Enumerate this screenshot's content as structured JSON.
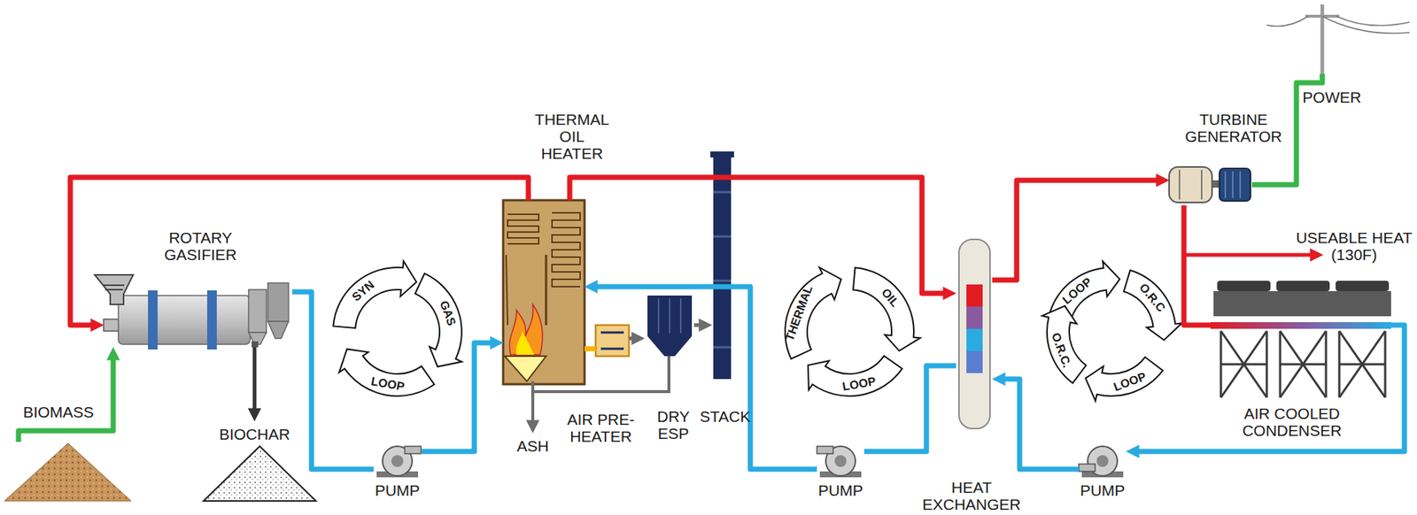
{
  "diagram": {
    "nodes": [
      {
        "text": [
          "ROTARY GASIFIER"
        ]
      },
      {
        "text": [
          "THERMAL OIL HEATER"
        ]
      },
      {
        "text": [
          "AIR PRE-HEATER"
        ]
      },
      {
        "text": [
          "DRY ESP"
        ]
      },
      {
        "text": [
          "STACK"
        ]
      },
      {
        "text": [
          "HEAT EXCHANGER"
        ]
      },
      {
        "text": [
          "TURBINE GENERATOR"
        ]
      },
      {
        "text": [
          "AIR COOLED CONDENSER"
        ]
      },
      {
        "text": [
          "PUMP"
        ]
      },
      {
        "text": [
          "PUMP"
        ]
      },
      {
        "text": [
          "PUMP"
        ]
      },
      {
        "text": [
          "BIOMASS"
        ]
      },
      {
        "text": [
          "BIOCHAR"
        ]
      },
      {
        "text": [
          "POWER"
        ]
      }
    ],
    "edges": [
      {
        "from": 1,
        "to": 0,
        "arrow": "to"
      },
      {
        "from": 0,
        "to": 8,
        "arrow": "none"
      },
      {
        "from": 8,
        "to": 1,
        "arrow": "to"
      },
      {
        "from": 1,
        "to": 2,
        "arrow": "none"
      },
      {
        "from": 2,
        "to": 3,
        "arrow": "to"
      },
      {
        "from": 3,
        "to": 4,
        "arrow": "to"
      },
      {
        "from": 1,
        "to": 5,
        "arrow": "to"
      },
      {
        "from": 5,
        "to": 9,
        "arrow": "none"
      },
      {
        "from": 9,
        "to": 1,
        "arrow": "to"
      },
      {
        "from": 5,
        "to": 6,
        "arrow": "to"
      },
      {
        "from": 6,
        "to": 7,
        "arrow": "none"
      },
      {
        "from": 7,
        "to": 10,
        "arrow": "to"
      },
      {
        "from": 10,
        "to": 5,
        "arrow": "to"
      },
      {
        "from": 11,
        "to": 0,
        "arrow": "to"
      },
      {
        "from": 0,
        "to": 12,
        "arrow": "to"
      },
      {
        "from": 6,
        "to": 13,
        "arrow": "none"
      }
    ],
    "labels": [
      "SYN",
      "GAS",
      "LOOP",
      "ASH",
      "THERMAL",
      "OIL",
      "LOOP",
      "LOOP",
      "O.R.C",
      "O.R.C.",
      "LOOP",
      "USEABLE HEAT (130F)"
    ]
  }
}
